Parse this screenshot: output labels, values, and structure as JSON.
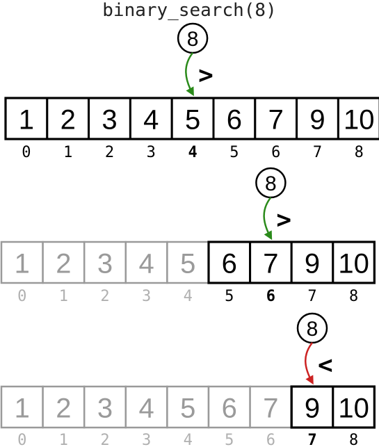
{
  "title": "binary_search(8)",
  "values": [
    "1",
    "2",
    "3",
    "4",
    "5",
    "6",
    "7",
    "9",
    "10"
  ],
  "indices": [
    "0",
    "1",
    "2",
    "3",
    "4",
    "5",
    "6",
    "7",
    "8"
  ],
  "target": "8",
  "colors": {
    "active": "#000000",
    "inactive": "#9a9a9a",
    "greater_arrow": "#2a8a1a",
    "less_arrow": "#cc2222"
  },
  "steps": [
    {
      "low": 0,
      "high": 8,
      "mid": 4,
      "comparison": ">"
    },
    {
      "low": 5,
      "high": 8,
      "mid": 6,
      "comparison": ">"
    },
    {
      "low": 7,
      "high": 8,
      "mid": 7,
      "comparison": "<"
    }
  ]
}
